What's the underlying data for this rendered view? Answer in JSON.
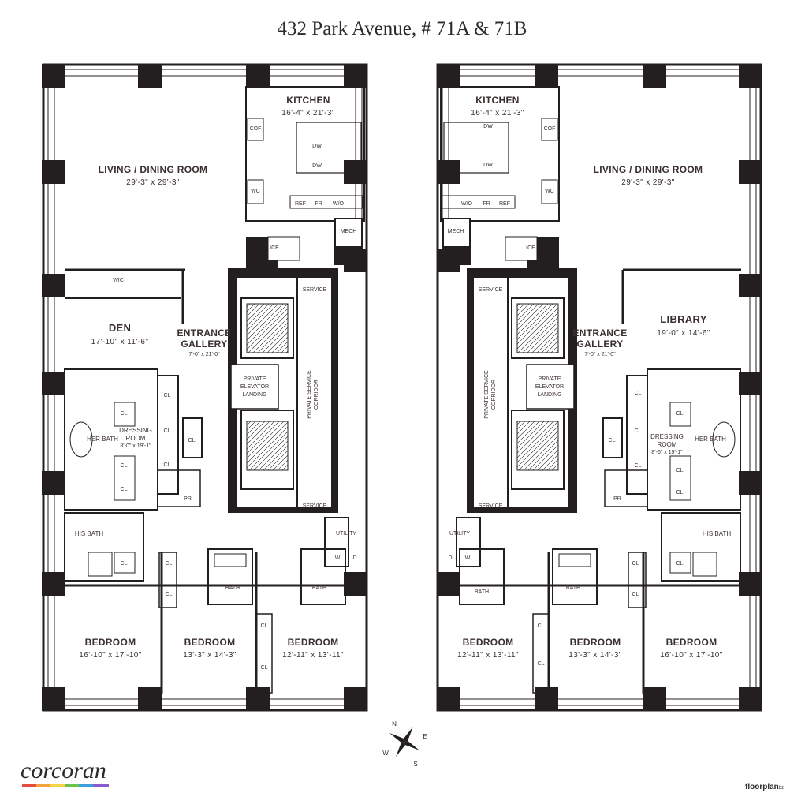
{
  "title": "432 Park Avenue, # 71A & 71B",
  "units": {
    "a": {
      "kitchen": {
        "label": "KITCHEN",
        "dims": "16'-4\" x 21'-3\""
      },
      "living": {
        "label": "LIVING / DINING ROOM",
        "dims": "29'-3\" x 29'-3\""
      },
      "den": {
        "label": "DEN",
        "dims": "17'-10\" x 11'-6\""
      },
      "gallery": {
        "label1": "ENTRANCE",
        "label2": "GALLERY",
        "dims": "7'-0\" x 21'-0\""
      },
      "dressing": {
        "label1": "DRESSING",
        "label2": "ROOM",
        "dims": "8'-0\" x 19'-1\""
      },
      "her_bath": "HER BATH",
      "his_bath": "HIS BATH",
      "bed1": {
        "label": "BEDROOM",
        "dims": "16'-10\" x 17'-10\""
      },
      "bed2": {
        "label": "BEDROOM",
        "dims": "13'-3\" x 14'-3\""
      },
      "bed3": {
        "label": "BEDROOM",
        "dims": "12'-11\" x 13'-11\""
      }
    },
    "b": {
      "kitchen": {
        "label": "KITCHEN",
        "dims": "16'-4\" x 21'-3\""
      },
      "living": {
        "label": "LIVING / DINING ROOM",
        "dims": "29'-3\" x 29'-3\""
      },
      "library": {
        "label": "LIBRARY",
        "dims": "19'-0\" x 14'-6\""
      },
      "gallery": {
        "label1": "ENTRANCE",
        "label2": "GALLERY",
        "dims": "7'-0\" x 21'-0\""
      },
      "dressing": {
        "label1": "DRESSING",
        "label2": "ROOM",
        "dims": "8'-6\" x 19'-1\""
      },
      "her_bath": "HER BATH",
      "his_bath": "HIS BATH",
      "bed1": {
        "label": "BEDROOM",
        "dims": "12'-11\" x 13'-11\""
      },
      "bed2": {
        "label": "BEDROOM",
        "dims": "13'-3\" x 14'-3\""
      },
      "bed3": {
        "label": "BEDROOM",
        "dims": "16'-10\" x 17'-10\""
      }
    }
  },
  "labels": {
    "cof": "COF",
    "wc": "WC",
    "dw": "DW",
    "ref": "REF",
    "fr": "FR",
    "wo": "W/O",
    "mech": "MECH",
    "ice": "ICE",
    "wic": "WIC",
    "cl": "CL",
    "pr": "PR",
    "bath": "BATH",
    "utility": "UTILITY",
    "w": "W",
    "d": "D",
    "service": "SERVICE",
    "corridor1": "PRIVATE SERVICE",
    "corridor2": "CORRIDOR",
    "landing1": "PRIVATE",
    "landing2": "ELEVATOR",
    "landing3": "LANDING"
  },
  "compass": {
    "n": "N",
    "e": "E",
    "s": "S",
    "w": "W"
  },
  "brand": {
    "name": "corcoran",
    "floorplan": "floorplan",
    "floorplan_suffix": "bz"
  },
  "colors": {
    "wall": "#231f20",
    "text": "#3a2f2f",
    "window": "#ffffff"
  }
}
